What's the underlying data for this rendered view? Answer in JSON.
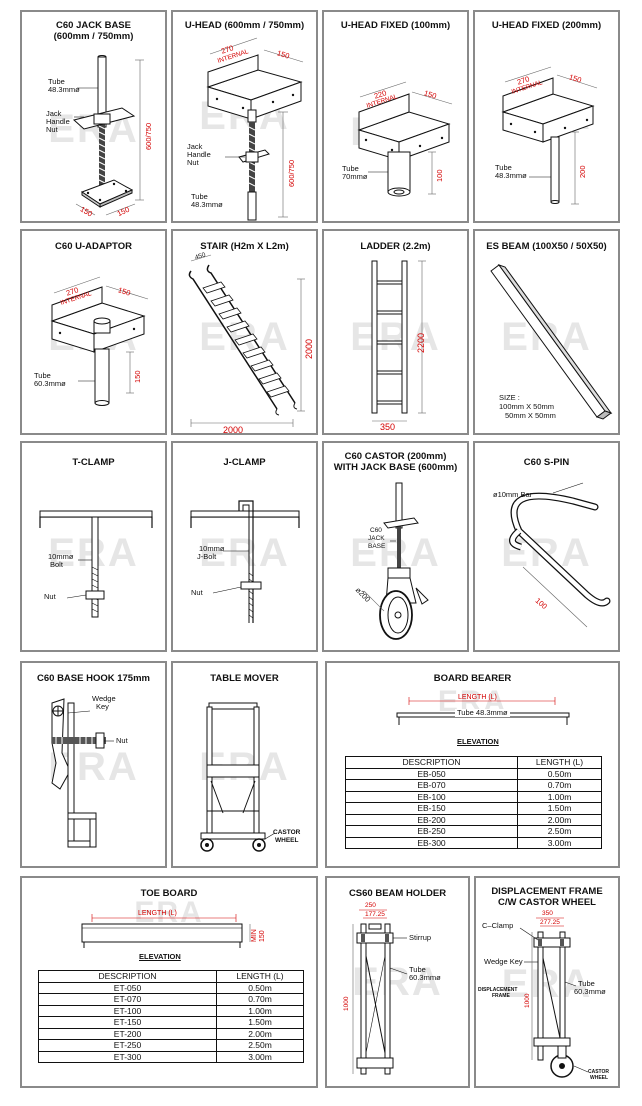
{
  "watermark": "ERA",
  "panels": {
    "jack_base": {
      "title_1": "C60 JACK BASE",
      "title_2": "(600mm / 750mm)",
      "tube": "Tube",
      "tube_size": "48.3mmø",
      "jack_1": "Jack",
      "jack_2": "Handle",
      "jack_3": "Nut",
      "dim_height": "600/750",
      "dim_base_1": "150",
      "dim_base_2": "150"
    },
    "u_head": {
      "title": "U-HEAD (600mm / 750mm)",
      "dim_internal": "270",
      "internal": "INTERNAL",
      "dim_width": "150",
      "jack_1": "Jack",
      "jack_2": "Handle",
      "jack_3": "Nut",
      "tube": "Tube",
      "tube_size": "48.3mmø",
      "dim_height": "600/750"
    },
    "u_head_fixed_100": {
      "title": "U-HEAD FIXED (100mm)",
      "dim_internal": "220",
      "internal": "INTERNAL",
      "dim_width": "150",
      "tube": "Tube",
      "tube_size": "70mmø",
      "dim_height": "100"
    },
    "u_head_fixed_200": {
      "title": "U-HEAD FIXED (200mm)",
      "dim_internal": "270",
      "internal": "INTERNAL",
      "dim_width": "150",
      "tube": "Tube",
      "tube_size": "48.3mmø",
      "dim_height": "200"
    },
    "u_adaptor": {
      "title": "C60 U-ADAPTOR",
      "dim_internal": "270",
      "internal": "INTERNAL",
      "dim_width": "150",
      "tube": "Tube",
      "tube_size": "60.3mmø",
      "dim_height": "150"
    },
    "stair": {
      "title": "STAIR (H2m X L2m)",
      "dim_top": "450",
      "dim_height": "2000",
      "dim_length": "2000"
    },
    "ladder": {
      "title": "LADDER (2.2m)",
      "dim_height": "2200",
      "dim_width": "350"
    },
    "es_beam": {
      "title": "ES BEAM (100X50 / 50X50)",
      "size_label": "SIZE :",
      "size_1": "100mm X 50mm",
      "size_2": "50mm X 50mm"
    },
    "t_clamp": {
      "title": "T-CLAMP",
      "bolt_1": "10mmø",
      "bolt_2": "Bolt",
      "nut": "Nut"
    },
    "j_clamp": {
      "title": "J-CLAMP",
      "bolt_1": "10mmø",
      "bolt_2": "J-Bolt",
      "nut": "Nut"
    },
    "castor": {
      "title_1": "C60 CASTOR (200mm)",
      "title_2": "WITH JACK BASE (600mm)",
      "jack_1": "C60",
      "jack_2": "JACK",
      "jack_3": "BASE",
      "dim_wheel": "ø200"
    },
    "s_pin": {
      "title": "C60 S-PIN",
      "bar": "ø10mm Bar",
      "dim_length": "100"
    },
    "base_hook": {
      "title": "C60 BASE HOOK 175mm",
      "wedge_1": "Wedge",
      "wedge_2": "Key",
      "nut": "Nut"
    },
    "table_mover": {
      "title": "TABLE MOVER",
      "castor_1": "CASTOR",
      "castor_2": "WHEEL"
    },
    "board_bearer": {
      "title": "BOARD BEARER",
      "dim_length": "LENGTH (L)",
      "tube": "Tube  48.3mmø",
      "elevation": "ELEVATION",
      "headers": [
        "DESCRIPTION",
        "LENGTH (L)"
      ],
      "rows": [
        [
          "EB-050",
          "0.50m"
        ],
        [
          "EB-070",
          "0.70m"
        ],
        [
          "EB-100",
          "1.00m"
        ],
        [
          "EB-150",
          "1.50m"
        ],
        [
          "EB-200",
          "2.00m"
        ],
        [
          "EB-250",
          "2.50m"
        ],
        [
          "EB-300",
          "3.00m"
        ]
      ]
    },
    "toe_board": {
      "title": "TOE BOARD",
      "dim_length": "LENGTH (L)",
      "dim_min_1": "MIN",
      "dim_min_2": "150",
      "elevation": "ELEVATION",
      "headers": [
        "DESCRIPTION",
        "LENGTH (L)"
      ],
      "rows": [
        [
          "ET-050",
          "0.50m"
        ],
        [
          "ET-070",
          "0.70m"
        ],
        [
          "ET-100",
          "1.00m"
        ],
        [
          "ET-150",
          "1.50m"
        ],
        [
          "ET-200",
          "2.00m"
        ],
        [
          "ET-250",
          "2.50m"
        ],
        [
          "ET-300",
          "3.00m"
        ]
      ]
    },
    "beam_holder": {
      "title": "CS60 BEAM HOLDER",
      "dim_top_1": "250",
      "dim_top_2": "177.25",
      "stirrup": "Stirrup",
      "tube": "Tube",
      "tube_size": "60.3mmø",
      "dim_height": "1000"
    },
    "displacement": {
      "title_1": "DISPLACEMENT FRAME",
      "title_2": "C/W CASTOR WHEEL",
      "c_clamp": "C–Clamp",
      "dim_top_1": "350",
      "dim_top_2": "277.25",
      "wedge": "Wedge Key",
      "frame_1": "DISPLACEMENT",
      "frame_2": "FRAME",
      "tube": "Tube",
      "tube_size": "60.3mmø",
      "dim_height": "1000",
      "castor_1": "CASTOR",
      "castor_2": "WHEEL"
    }
  }
}
